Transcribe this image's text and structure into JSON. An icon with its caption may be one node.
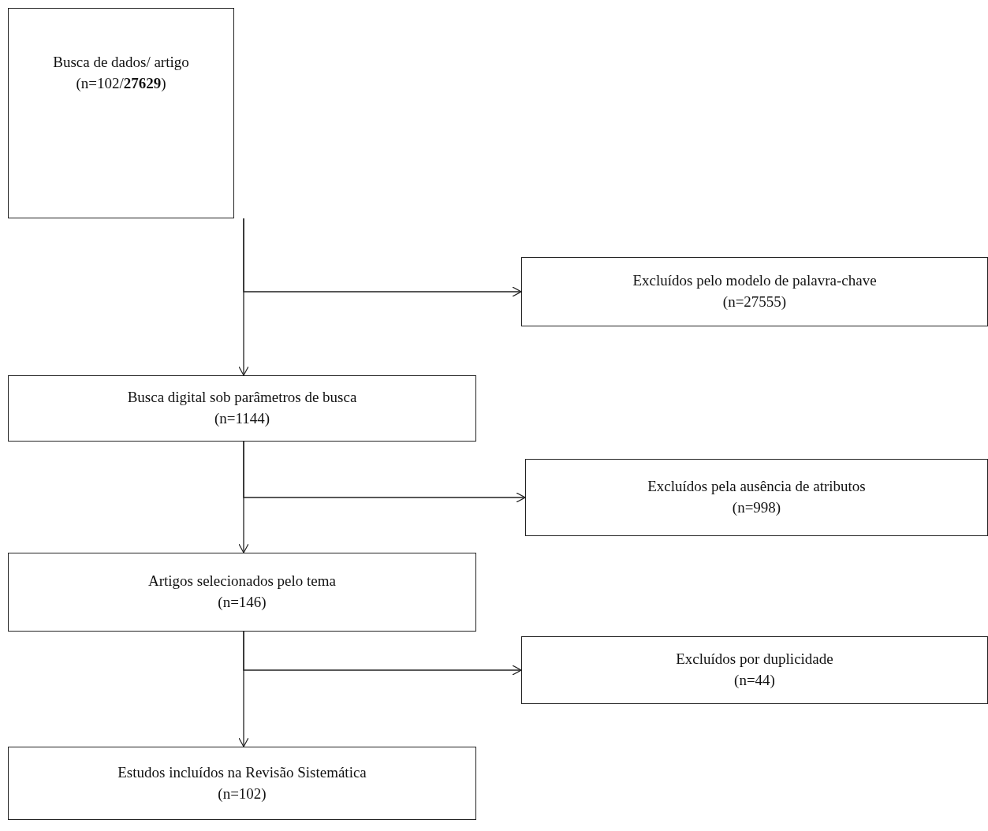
{
  "diagram": {
    "nodes": [
      {
        "text": [
          "Busca de dados/ artigo (n=102/**27629**)"
        ]
      },
      {
        "text": [
          "Excluídos pelo modelo de palavra-chave (n=27555)"
        ]
      },
      {
        "text": [
          "Busca digital sob parâmetros de busca (n=1144)"
        ]
      },
      {
        "text": [
          "Excluídos pela ausência de atributos (n=998)"
        ]
      },
      {
        "text": [
          "Artigos selecionados pelo tema (n=146)"
        ]
      },
      {
        "text": [
          "Excluídos por duplicidade (n=44)"
        ]
      },
      {
        "text": [
          "Estudos incluídos na Revisão Sistemática (n=102)"
        ]
      }
    ],
    "edges": [
      {
        "from": 0,
        "to": 2,
        "arrow": "to"
      },
      {
        "from": 0,
        "to": 1,
        "arrow": "to"
      },
      {
        "from": 2,
        "to": 4,
        "arrow": "to"
      },
      {
        "from": 2,
        "to": 3,
        "arrow": "to"
      },
      {
        "from": 4,
        "to": 6,
        "arrow": "to"
      },
      {
        "from": 4,
        "to": 5,
        "arrow": "to"
      }
    ]
  }
}
